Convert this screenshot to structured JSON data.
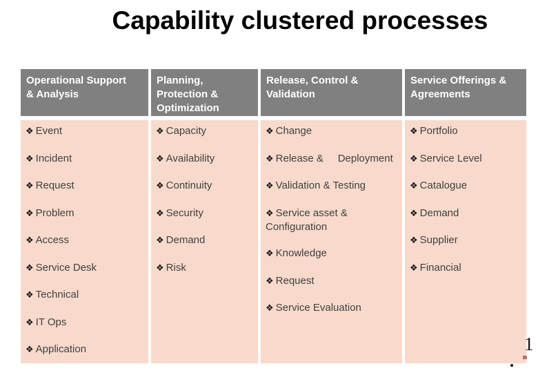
{
  "title": "Capability clustered processes",
  "table": {
    "bullet_icon": "❖",
    "columns": [
      {
        "header": "Operational Support\n& Analysis",
        "items": [
          "Event",
          "Incident",
          "Request",
          "Problem",
          "Access",
          "Service Desk",
          "Technical",
          "IT Ops",
          "Application"
        ]
      },
      {
        "header": "Planning,\nProtection &\nOptimization",
        "items": [
          "Capacity",
          "Availability",
          "Continuity",
          "Security",
          "Demand",
          "Risk"
        ]
      },
      {
        "header": "Release, Control &\nValidation",
        "items": [
          "Change",
          "Release &     Deployment",
          "Validation & Testing",
          "Service asset & Configuration",
          "Knowledge",
          "Request",
          "Service Evaluation"
        ]
      },
      {
        "header": "Service Offerings &\nAgreements",
        "items": [
          "Portfolio",
          "Service Level",
          "Catalogue",
          "Demand",
          "Supplier",
          "Financial"
        ]
      }
    ]
  },
  "edge_marks": {
    "number": "1",
    "small_glyph": "n"
  },
  "colors": {
    "header_bg": "#808080",
    "header_text": "#ffffff",
    "cell_bg": "#f8dacc",
    "item_text": "#3f3f3f",
    "bullet": "#1a1a1a",
    "page_bg": "#ffffff",
    "edge_mark": "#7a1f1f",
    "title_color": "#000000"
  }
}
